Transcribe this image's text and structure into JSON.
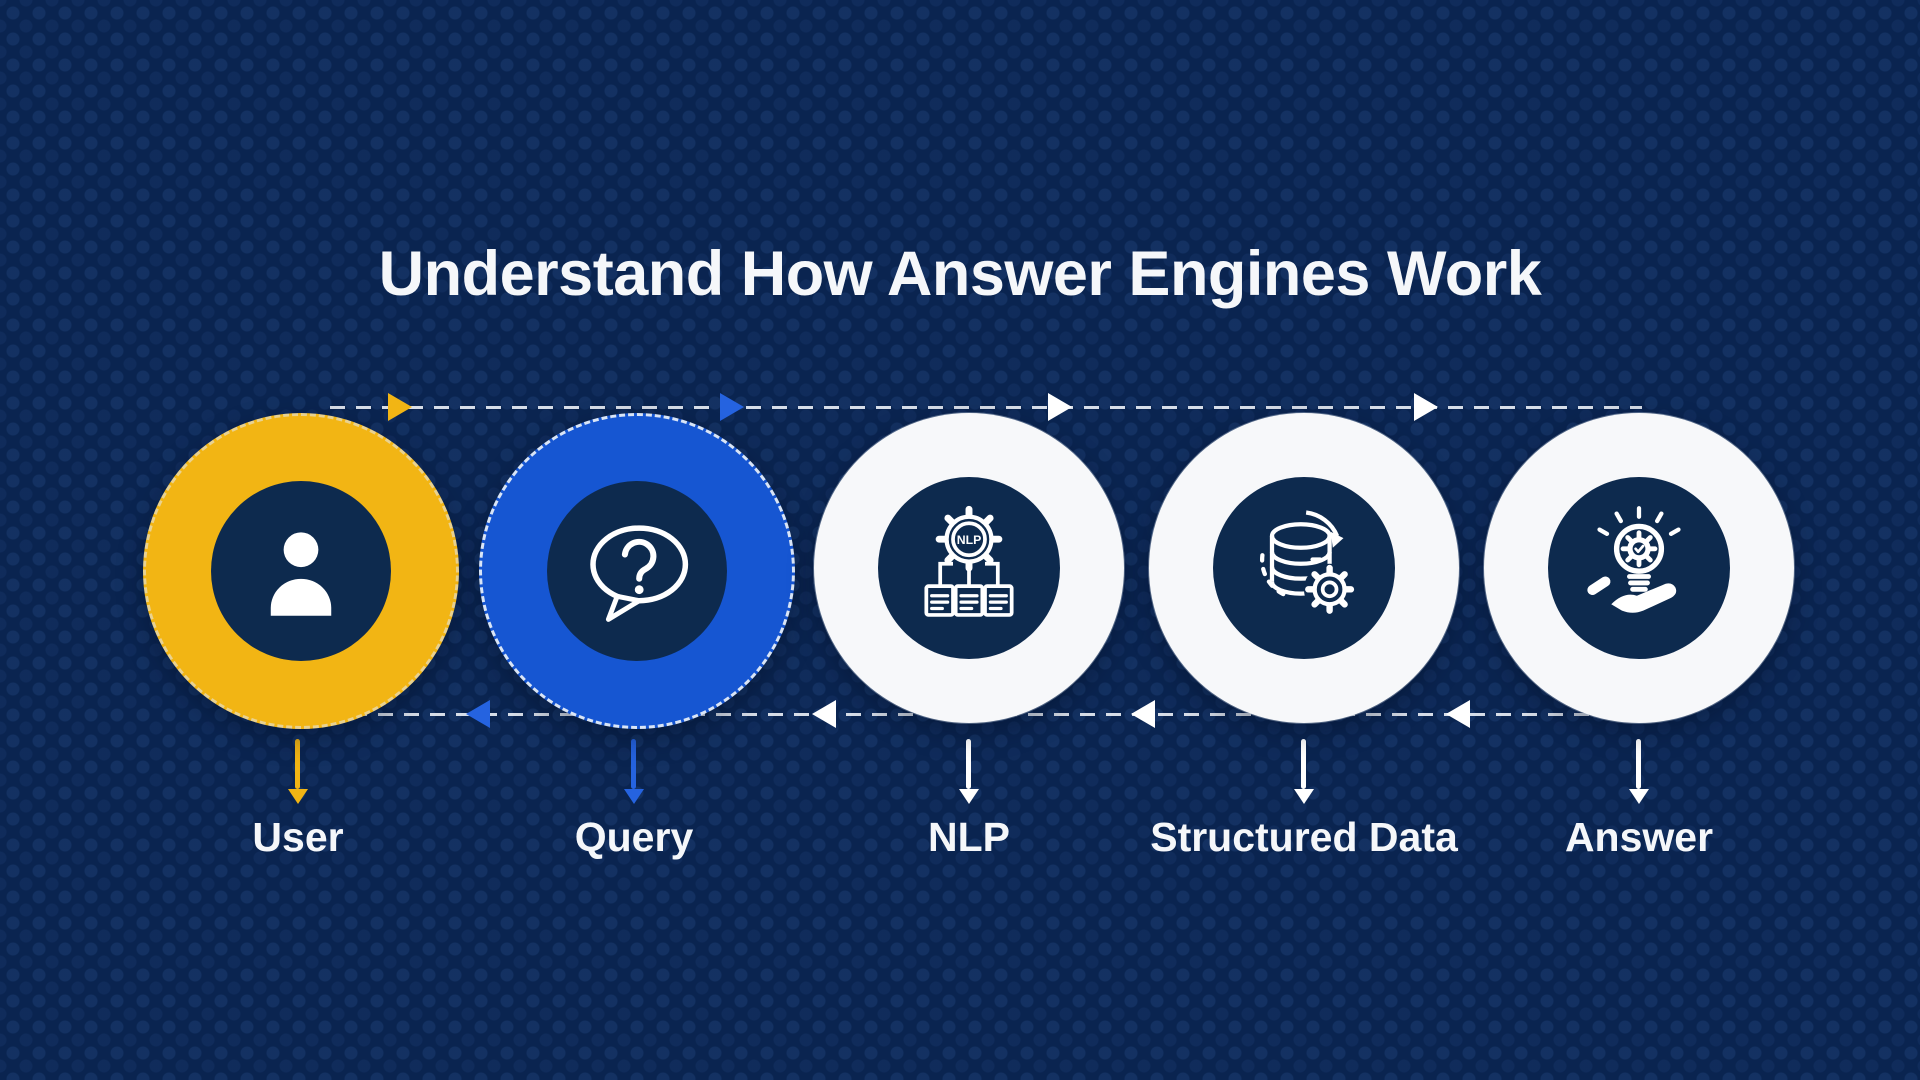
{
  "title": "Understand How Answer Engines Work",
  "colors": {
    "background": "#0A2450",
    "accent_yellow": "#F2B514",
    "accent_blue": "#1656D2",
    "arrow_blue": "#2563E0",
    "inner_navy": "#0D2A4E",
    "circle_white": "#F7F8FA",
    "dash_line": "#E8EDF5",
    "text_white": "#F5F7FA"
  },
  "steps": [
    {
      "label": "User",
      "icon": "user-icon",
      "circle_color": "#F2B514",
      "drop_arrow_color": "#F2B514"
    },
    {
      "label": "Query",
      "icon": "question-bubble-icon",
      "circle_color": "#1656D2",
      "drop_arrow_color": "#2563E0"
    },
    {
      "label": "NLP",
      "icon": "nlp-gear-documents-icon",
      "icon_text": "NLP",
      "circle_color": "#F7F8FA",
      "drop_arrow_color": "#FFFFFF"
    },
    {
      "label": "Structured Data",
      "icon": "database-gear-icon",
      "circle_color": "#F7F8FA",
      "drop_arrow_color": "#FFFFFF"
    },
    {
      "label": "Answer",
      "icon": "hand-lightbulb-icon",
      "circle_color": "#F7F8FA",
      "drop_arrow_color": "#FFFFFF"
    }
  ],
  "flow": {
    "top_line_direction": "left-to-right",
    "top_arrowhead_colors": [
      "#F2B514",
      "#2563E0",
      "#FFFFFF",
      "#FFFFFF"
    ],
    "bottom_line_direction": "right-to-left",
    "bottom_arrowhead_colors": [
      "#2563E0",
      "#FFFFFF",
      "#FFFFFF",
      "#FFFFFF"
    ]
  }
}
